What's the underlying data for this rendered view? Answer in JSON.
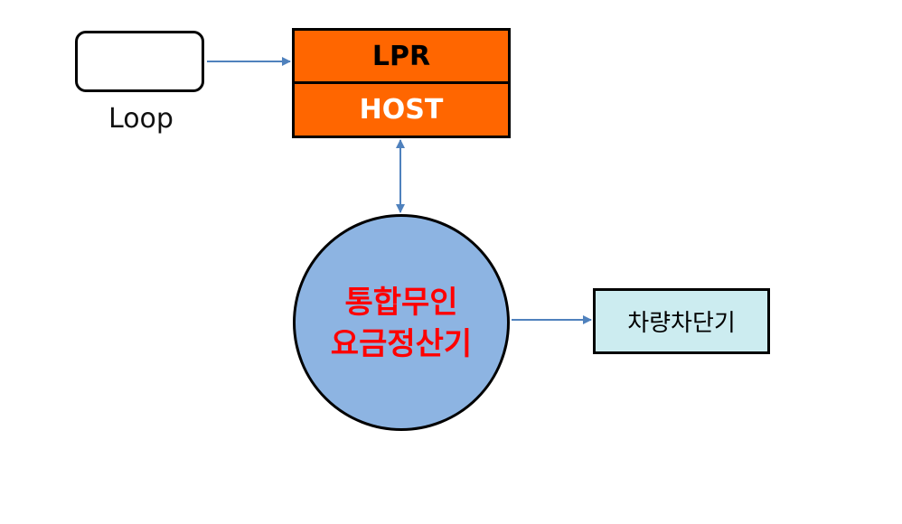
{
  "nodes": {
    "loop": {
      "label": "Loop"
    },
    "lpr": {
      "label": "LPR"
    },
    "host": {
      "label": "HOST"
    },
    "machine": {
      "line1": "통합무인",
      "line2": "요금정산기"
    },
    "breaker": {
      "label": "차량차단기"
    }
  },
  "edges": [
    {
      "from": "loop",
      "to": "lpr",
      "direction": "forward"
    },
    {
      "from": "host",
      "to": "machine",
      "direction": "both"
    },
    {
      "from": "machine",
      "to": "breaker",
      "direction": "forward"
    }
  ],
  "colors": {
    "lpr_fill": "#ff6600",
    "host_text": "#ffffff",
    "machine_fill": "#8db4e2",
    "machine_text": "#ff0000",
    "breaker_fill": "#ccecf0",
    "arrow": "#4f81bd"
  }
}
